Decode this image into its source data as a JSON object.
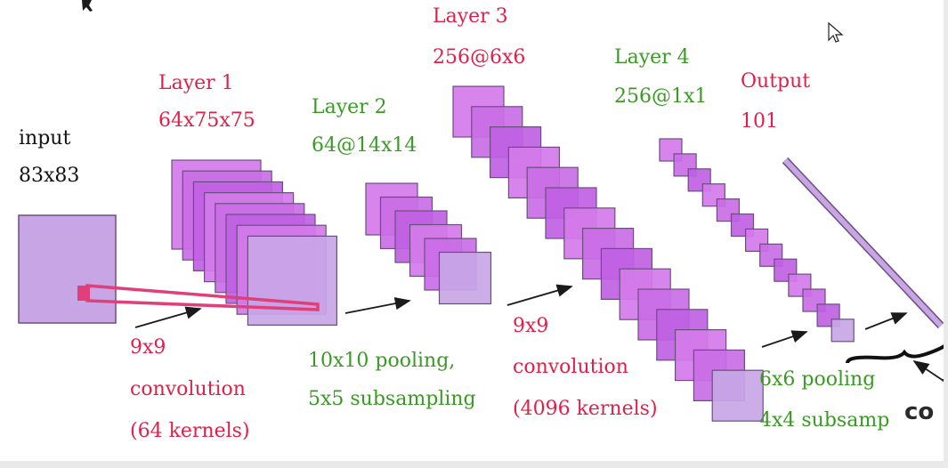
{
  "diagram": {
    "input": {
      "title": "input",
      "size": "83x83"
    },
    "layer1": {
      "title": "Layer 1",
      "size": "64x75x75"
    },
    "layer2": {
      "title": "Layer 2",
      "size": "64@14x14"
    },
    "layer3": {
      "title": "Layer 3",
      "size": "256@6x6"
    },
    "layer4": {
      "title": "Layer 4",
      "size": "256@1x1"
    },
    "output": {
      "title": "Output",
      "size": "101"
    },
    "op1": {
      "line1": "9x9",
      "line2": "convolution",
      "line3": "(64 kernels)"
    },
    "op2": {
      "line1": "10x10 pooling,",
      "line2": "5x5 subsampling"
    },
    "op3": {
      "line1": "9x9",
      "line2": "convolution",
      "line3": "(4096 kernels)"
    },
    "op4": {
      "line1": "6x6 pooling",
      "line2": "4x4 subsamp"
    },
    "cut_text": "co",
    "cut_text2": "f"
  },
  "colors": {
    "red_label": "#e0204a",
    "green_label": "#3a9a24",
    "input_fill": "#c8a6e6",
    "map_fill_light": "#e38ef0",
    "map_fill_dark": "#a640d8",
    "map_stroke": "#6a4f7e",
    "conv_window": "#e0407a"
  }
}
